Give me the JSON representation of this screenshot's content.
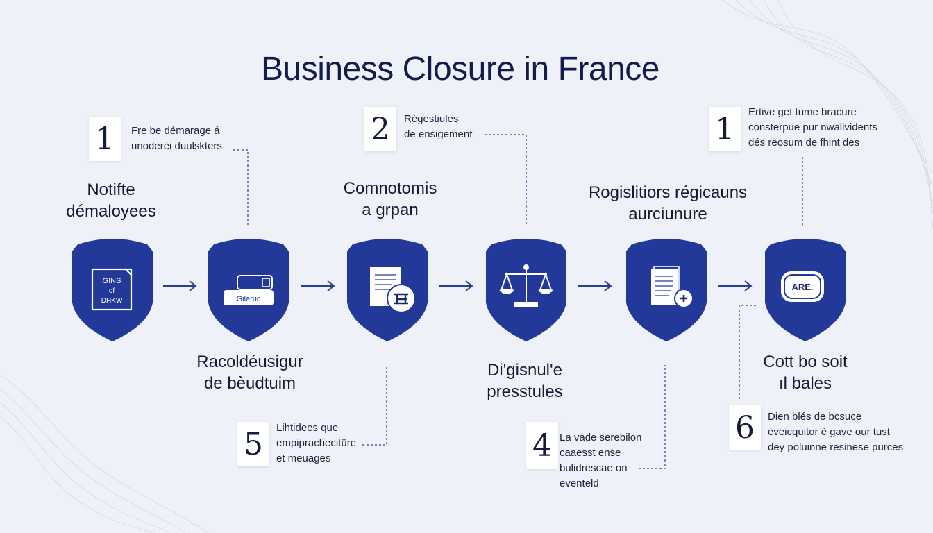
{
  "title": "Business Closure in France",
  "steps": [
    {
      "icon": "document-icon",
      "label_lines": [
        "Notifte",
        "démaloyees"
      ],
      "icon_text": [
        "GINS",
        "of",
        "DHKW"
      ]
    },
    {
      "icon": "card-icon",
      "label_lines": [
        "Racoldéusigur",
        "de  bèudtuim"
      ],
      "icon_text": [
        "Gileruc"
      ]
    },
    {
      "icon": "document-stamp-icon",
      "label_lines": [
        "Comnotomis",
        "a grpan"
      ]
    },
    {
      "icon": "scales-icon",
      "label_lines": [
        "Di'gisnul'e",
        "presstules"
      ]
    },
    {
      "icon": "document-plus-icon",
      "label_lines": [
        "Rogislitiors régicauns",
        "aurciunure"
      ]
    },
    {
      "icon": "badge-icon",
      "label_lines": [
        "Cott bo soit",
        "ıl bales"
      ],
      "icon_text": [
        "ARE."
      ]
    }
  ],
  "callouts": [
    {
      "number": "1",
      "lines": [
        "Fre be démarage á",
        "unoderèi duulskters"
      ]
    },
    {
      "number": "2",
      "lines": [
        "Régestiules",
        "de ensigement"
      ]
    },
    {
      "number": "1",
      "lines": [
        "Ertive get tume bracure",
        "consterpue pur nwalividents",
        "dés reosum de fhint des"
      ]
    },
    {
      "number": "5",
      "lines": [
        "Lihtidees que",
        "empiprachecitüre",
        "et meuages"
      ]
    },
    {
      "number": "4",
      "lines": [
        "La vade serebilon",
        "caaesst ense",
        "bulidrescae on",
        "eventeld"
      ]
    },
    {
      "number": "6",
      "lines": [
        "Dien blés de bcsuce",
        "èveicquitor è gave our tust",
        "dey poluinne resinese purces"
      ]
    }
  ],
  "colors": {
    "shield": "#23399a",
    "accent": "#2a3f8f",
    "text": "#131c4a",
    "background": "#eef1f7"
  }
}
